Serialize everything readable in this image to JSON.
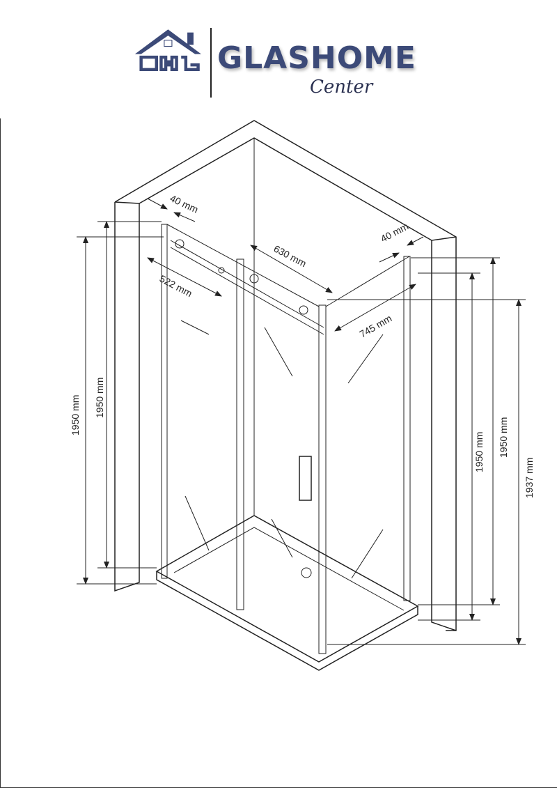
{
  "logo": {
    "brand": "GLASHOME",
    "sub": "Center",
    "mark": "GHC",
    "color": "#3c4a78"
  },
  "dimensions": {
    "top_left_wall": "40 mm",
    "top_right_wall": "40 mm",
    "left_panel_width": "522 mm",
    "door_width": "630 mm",
    "right_panel_depth": "745 mm",
    "left_height_outer": "1950 mm",
    "left_height_inner": "1950 mm",
    "right_height_inner": "1950 mm",
    "right_height_outer": "1950 mm",
    "total_height": "1937 mm"
  }
}
